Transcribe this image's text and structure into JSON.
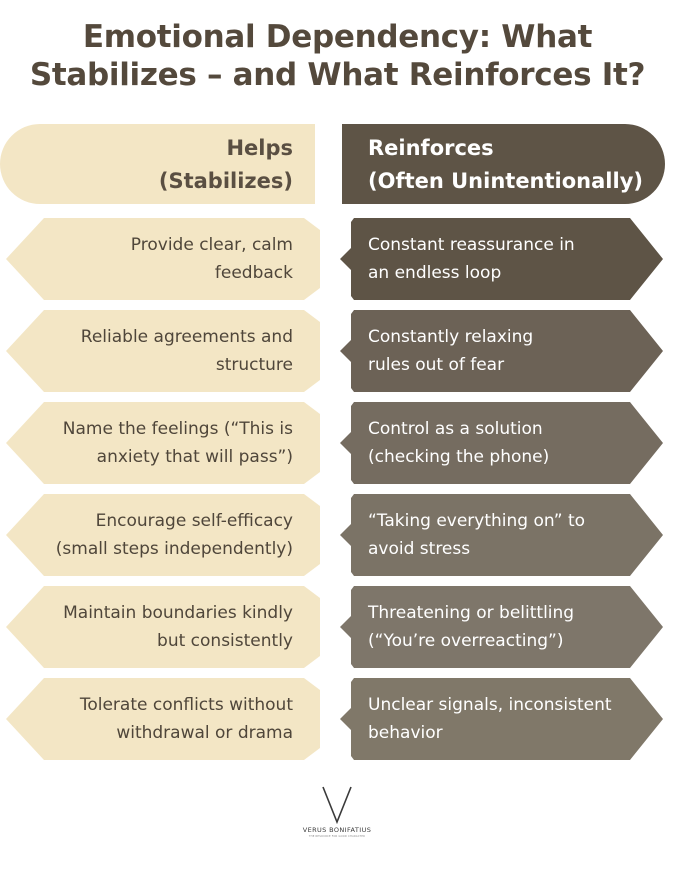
{
  "title": {
    "line1": "Emotional Dependency: What",
    "line2": "Stabilizes – and What Reinforces It?"
  },
  "headers": {
    "left": {
      "line1": "Helps",
      "line2": "(Stabilizes)"
    },
    "right": {
      "line1": "Reinforces",
      "line2": "(Often Unintentionally)"
    }
  },
  "colors": {
    "left_fill": "#f3e6c5",
    "header_right_fill": "#5e5446",
    "row_right_fills": [
      "#5e5446",
      "#6c6256",
      "#756c60",
      "#7b7366",
      "#7e766a",
      "#807869"
    ]
  },
  "rows": [
    {
      "helps": {
        "line1": "Provide clear, calm",
        "line2": "feedback"
      },
      "reinforces": {
        "line1": "Constant reassurance in",
        "line2": "an endless loop"
      }
    },
    {
      "helps": {
        "line1": "Reliable agreements and",
        "line2": "structure"
      },
      "reinforces": {
        "line1": "Constantly relaxing",
        "line2": "rules out of fear"
      }
    },
    {
      "helps": {
        "line1": "Name the feelings (“This is",
        "line2": "anxiety that will pass”)"
      },
      "reinforces": {
        "line1": "Control as a solution",
        "line2": "(checking the phone)"
      }
    },
    {
      "helps": {
        "line1": "Encourage self-efficacy",
        "line2": "(small steps independently)"
      },
      "reinforces": {
        "line1": "“Taking everything on” to",
        "line2": "avoid stress"
      }
    },
    {
      "helps": {
        "line1": "Maintain boundaries kindly",
        "line2": "but consistently"
      },
      "reinforces": {
        "line1": "Threatening or belittling",
        "line2": "(“You’re overreacting”)"
      }
    },
    {
      "helps": {
        "line1": "Tolerate conflicts without",
        "line2": "withdrawal or drama"
      },
      "reinforces": {
        "line1": "Unclear signals, inconsistent",
        "line2": "behavior"
      }
    }
  ],
  "logo": {
    "icon": "v-logo-icon",
    "brand": "VERUS BONIFATIUS",
    "tagline": "THE RESOURCE FOR GOOD CHARACTER"
  }
}
